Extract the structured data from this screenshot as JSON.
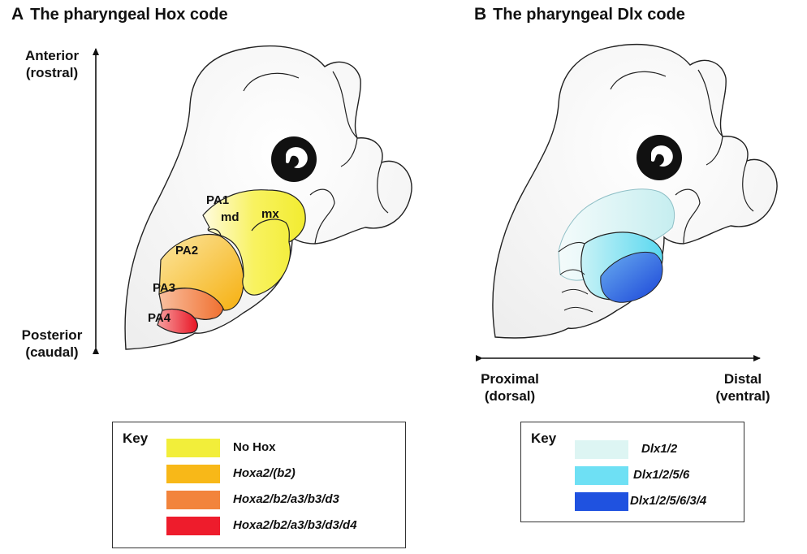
{
  "panel_a": {
    "letter": "A",
    "title": "The pharyngeal Hox code",
    "axis_top_line1": "Anterior",
    "axis_top_line2": "(rostral)",
    "axis_bottom_line1": "Posterior",
    "axis_bottom_line2": "(caudal)",
    "labels": {
      "pa1": "PA1",
      "md": "md",
      "mx": "mx",
      "pa2": "PA2",
      "pa3": "PA3",
      "pa4": "PA4"
    },
    "key": {
      "title": "Key",
      "items": [
        {
          "label": "No Hox",
          "color": "#f2ee3a",
          "italic": false
        },
        {
          "label": "Hoxa2/(b2)",
          "color": "#f8b818",
          "italic": true
        },
        {
          "label": "Hoxa2/b2/a3/b3/d3",
          "color": "#f2843c",
          "italic": true
        },
        {
          "label": "Hoxa2/b2/a3/b3/d3/d4",
          "color": "#ee1c2c",
          "italic": true
        }
      ]
    }
  },
  "panel_b": {
    "letter": "B",
    "title": "The pharyngeal Dlx code",
    "axis_left_line1": "Proximal",
    "axis_left_line2": "(dorsal)",
    "axis_right_line1": "Distal",
    "axis_right_line2": "(ventral)",
    "key": {
      "title": "Key",
      "items": [
        {
          "label": "Dlx1/2",
          "color": "#ddf5f3",
          "italic": true
        },
        {
          "label": "Dlx1/2/5/6",
          "color": "#6ee0f4",
          "italic": true
        },
        {
          "label": "Dlx1/2/5/6/3/4",
          "color": "#1f52e0",
          "italic": true
        }
      ]
    }
  }
}
